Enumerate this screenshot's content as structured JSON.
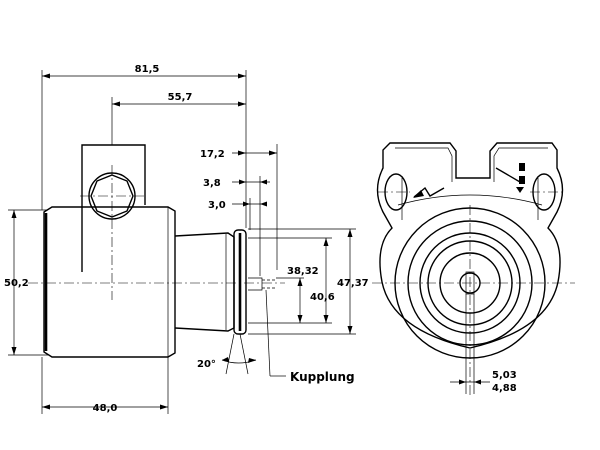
{
  "dimensions": {
    "overall_length": "81,5",
    "port_center": "55,7",
    "coupling_length": "17,2",
    "coupling_step": "3,8",
    "coupling_gap": "3,0",
    "body_height": "50,2",
    "coupling_diameter_inner": "38,32",
    "coupling_diameter_outer": "40,6",
    "flange_diameter": "47,37",
    "body_length": "48,0",
    "angle": "20°",
    "shaft_flat": "5,03",
    "shaft_width": "4,88"
  },
  "labels": {
    "coupling": "Kupplung"
  }
}
